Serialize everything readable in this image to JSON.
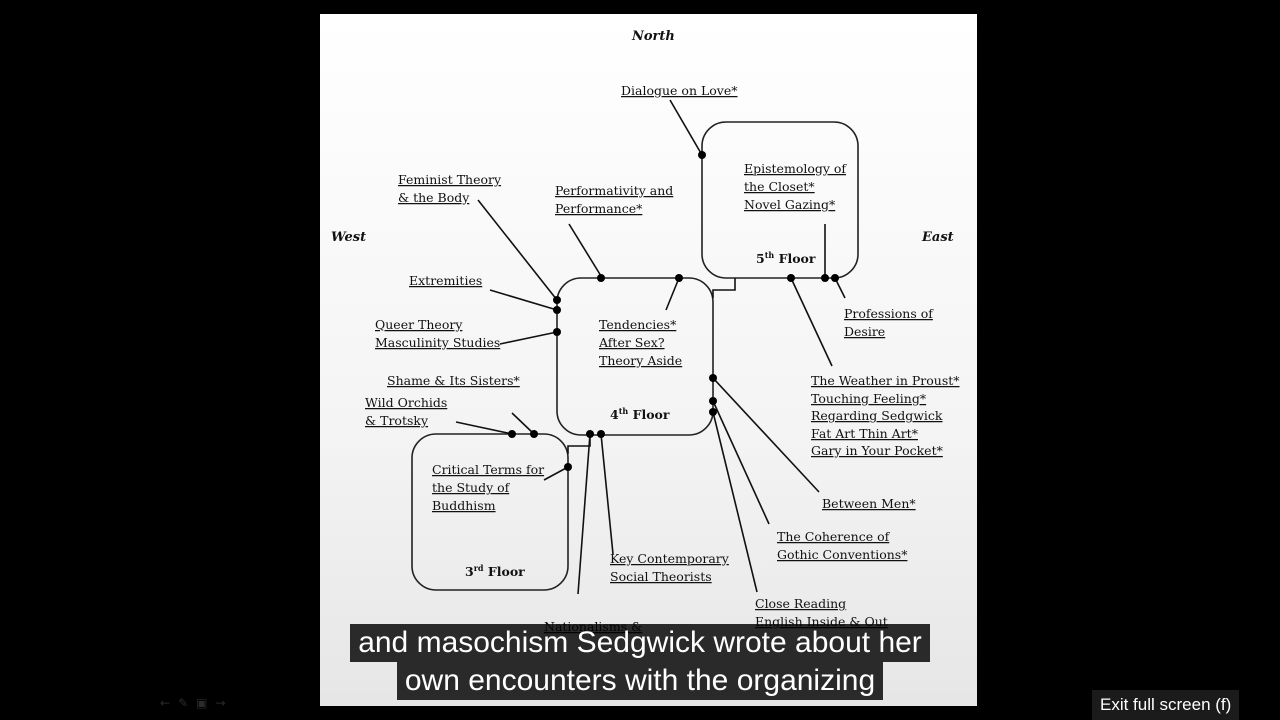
{
  "directions": {
    "north": "North",
    "west": "West",
    "east": "East"
  },
  "floors": {
    "fifth": {
      "num": "5",
      "sup": "th",
      "label": "Floor"
    },
    "fourth": {
      "num": "4",
      "sup": "th",
      "label": "Floor"
    },
    "third": {
      "num": "3",
      "sup": "rd",
      "label": "Floor"
    }
  },
  "labels": {
    "dialogue_on_love": "Dialogue on Love*",
    "epistemology_1": "Epistemology of",
    "epistemology_2": "the Closet*",
    "novel_gazing": "Novel Gazing*",
    "feminist_theory_1": "Feminist Theory",
    "feminist_theory_2": "& the Body",
    "performativity_1": "Performativity and",
    "performativity_2": "Performance*",
    "extremities": "Extremities",
    "tendencies": "Tendencies*",
    "after_sex": "After Sex?",
    "theory_aside": "Theory Aside",
    "queer_theory": "Queer Theory",
    "masculinity_studies": "Masculinity Studies",
    "professions_1": "Professions of",
    "professions_2": "Desire",
    "shame": "Shame & Its Sisters*",
    "wild_orchids_1": "Wild Orchids",
    "wild_orchids_2": "& Trotsky",
    "weather_in_proust": "The Weather in Proust*",
    "touching_feeling": "Touching Feeling*",
    "regarding_sedgwick": "Regarding Sedgwick",
    "fat_art": "Fat Art Thin Art*",
    "gary": "Gary in Your Pocket*",
    "critical_terms_1": "Critical Terms for",
    "critical_terms_2": "the Study of",
    "critical_terms_3": "Buddhism",
    "between_men": "Between Men*",
    "coherence_1": "The Coherence of",
    "coherence_2": "Gothic Conventions*",
    "key_contemporary_1": "Key Contemporary",
    "key_contemporary_2": "Social Theorists",
    "close_reading_1": "Close Reading",
    "close_reading_2": "English Inside & Out",
    "nationalisms": "Nationalisms &"
  },
  "captions": {
    "line1": "and masochism Sedgwick wrote about her",
    "line2": "own encounters with the organizing"
  },
  "exit_fullscreen": "Exit full screen (f)",
  "toolbar_icons": [
    "back-arrow-icon",
    "pen-icon",
    "screen-icon",
    "forward-arrow-icon"
  ]
}
